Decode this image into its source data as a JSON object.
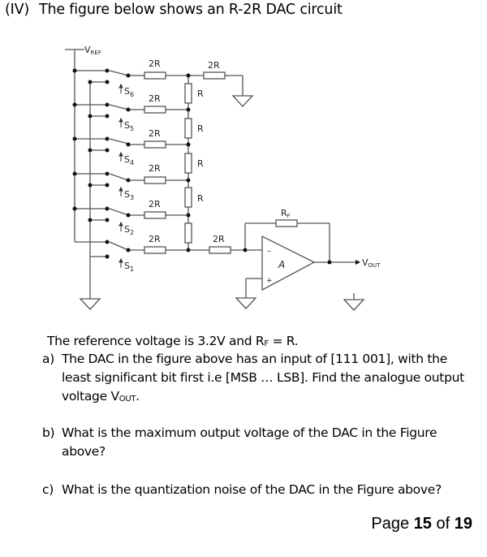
{
  "heading": {
    "number": "(IV)",
    "text": "The figure below shows an R-2R DAC circuit"
  },
  "circuit": {
    "vref_label": "V",
    "vref_sub": "REF",
    "switches": [
      {
        "name": "S",
        "sub": "6"
      },
      {
        "name": "S",
        "sub": "5"
      },
      {
        "name": "S",
        "sub": "4"
      },
      {
        "name": "S",
        "sub": "3"
      },
      {
        "name": "S",
        "sub": "2"
      },
      {
        "name": "S",
        "sub": "1"
      }
    ],
    "branch_resistor_label": "2R",
    "ladder_resistor_label": "R",
    "termination_resistor_label": "2R",
    "input_resistor_label": "2R",
    "feedback_label": "R",
    "feedback_sub": "F",
    "opamp_label": "A",
    "opamp_minus": "–",
    "opamp_plus": "+",
    "vout_label": "V",
    "vout_sub": "OUT"
  },
  "intro": {
    "text_before": "The reference voltage is 3.2V and R",
    "rf_sub": "F",
    "text_after": " = R."
  },
  "questions": [
    {
      "label": "a)",
      "text_line1": "The DAC in the figure above has an input of [111 001], with the",
      "text_line2": "least significant bit first i.e [MSB … LSB]. Find the analogue output",
      "text_line3_before": "voltage V",
      "text_line3_sub": "OUT",
      "text_line3_after": "."
    },
    {
      "label": "b)",
      "text_line1": "What is the maximum output voltage of the DAC in the Figure",
      "text_line2": "above?"
    },
    {
      "label": "c)",
      "text_line1": "What is the quantization noise of the DAC in the Figure above?"
    }
  ],
  "footer": {
    "page_word": "Page",
    "current_page": "15",
    "of_word": "of",
    "total_pages": "19"
  }
}
